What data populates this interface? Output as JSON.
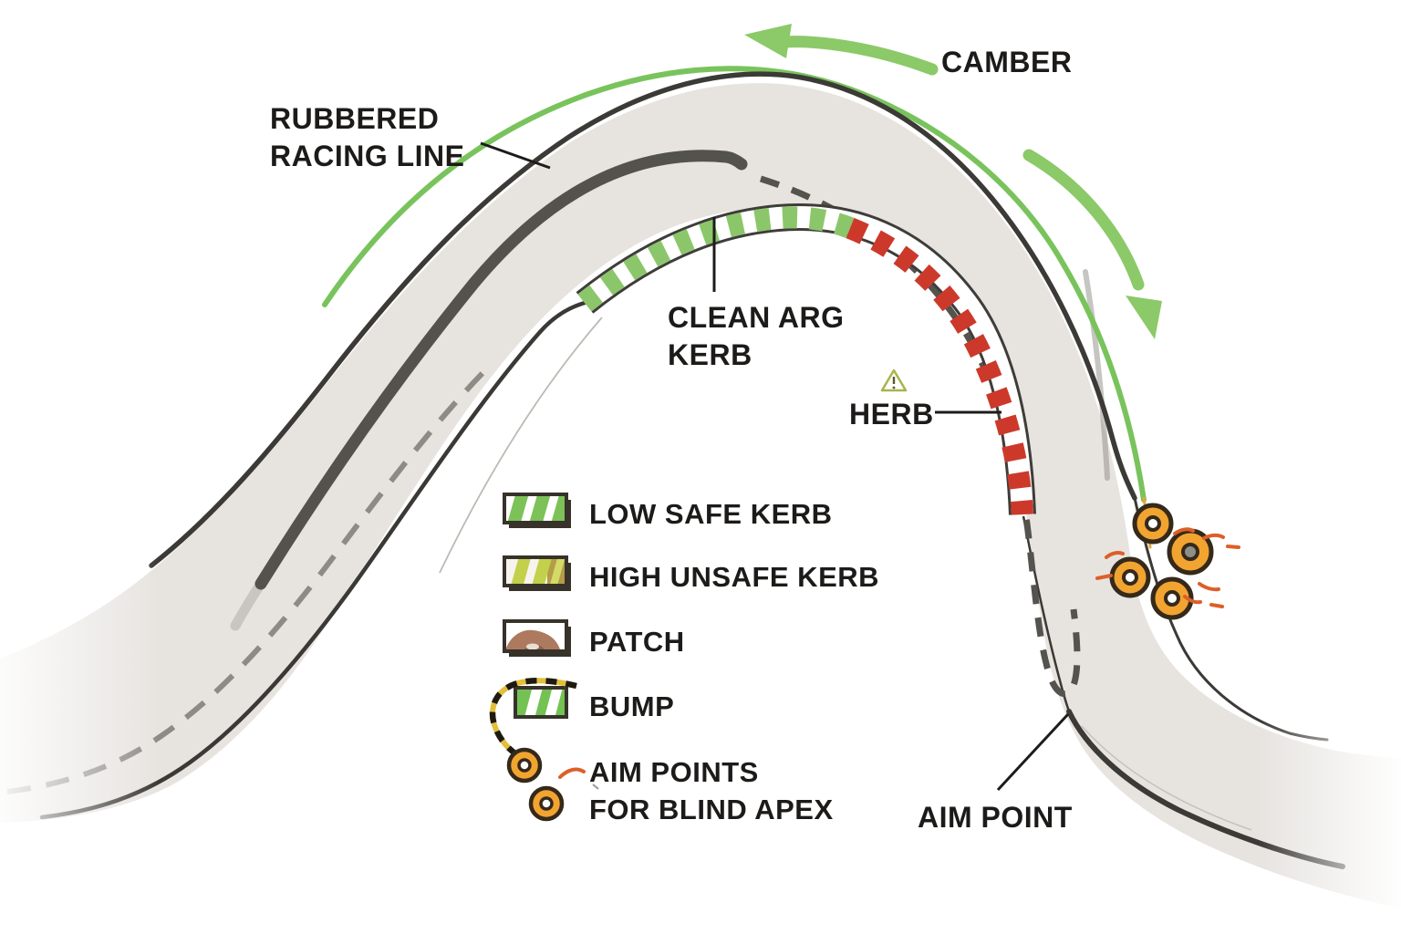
{
  "annotations": {
    "rubbered": {
      "line1": "RUBBERED",
      "line2": "RACING LINE"
    },
    "camber": "CAMBER",
    "clean_kerb": {
      "line1": "CLEAN ARG",
      "line2": "KERB"
    },
    "kerb_right": "HERB",
    "aim_point": "AIM POINT"
  },
  "legend": {
    "items": [
      {
        "id": "low-safe-kerb",
        "label": "LOW SAFE KERB",
        "swatch": "green-white-stripes"
      },
      {
        "id": "high-unsafe-kerb",
        "label": "HIGH UNSAFE KERB",
        "swatch": "yellow-olive-stripes"
      },
      {
        "id": "patch",
        "label": "PATCH",
        "swatch": "brown-patch"
      },
      {
        "id": "bump",
        "label": "BUMP",
        "swatch": "green-stripes-dashed-tape"
      },
      {
        "id": "aim-points",
        "label_line1": "AIM POINTS",
        "label_line2": "FOR BLIND APEX",
        "swatch": "orange-donut-markers"
      }
    ]
  },
  "icons": {
    "warning_triangle": "warning-triangle",
    "camber_arrow_top": "curved-arrow-left",
    "camber_arrow_right": "curved-arrow-down",
    "aim_point_marker": "orange-donut"
  },
  "colors": {
    "road": "#e7e4e0",
    "edge_dark": "#3b3a36",
    "racing_line": "#54524c",
    "dashed_line_gray": "#8e8b85",
    "camber_green": "#79c35c",
    "arrow_green": "#8cc968",
    "kerb_green": "#8bc76a",
    "kerb_red": "#cc392b",
    "marker_orange": "#f2a430",
    "marker_outline": "#35291a",
    "scuff_orange": "#dd5f28",
    "patch_brown": "#ad7a60",
    "bump_green": "#74c253",
    "tape_yellow": "#e3bf3a",
    "text": "#1c1b19",
    "warning_olive": "#a9b44c"
  }
}
